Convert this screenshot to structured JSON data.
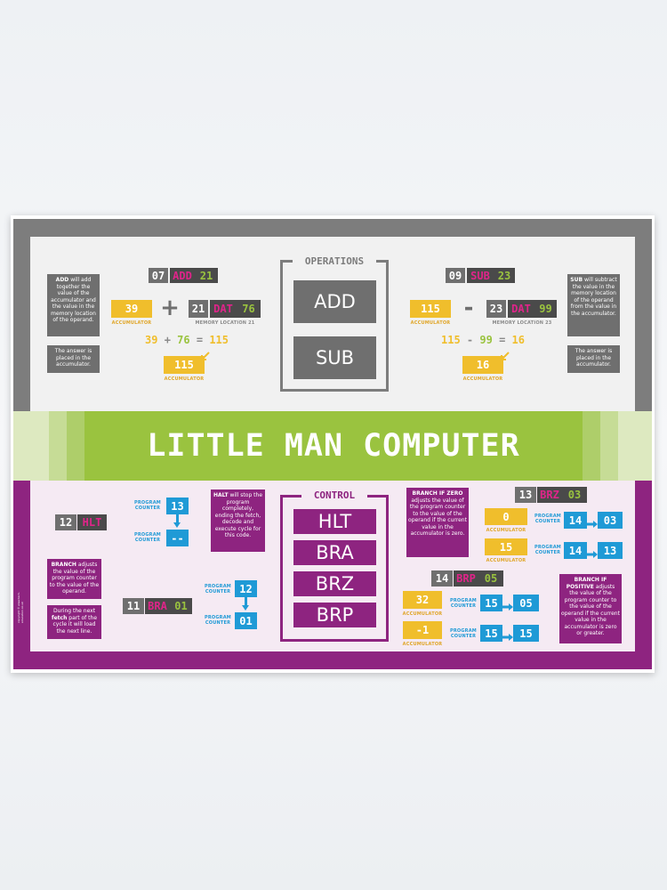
{
  "poster": {
    "title": "LITTLE MAN COMPUTER",
    "footer_note": "copyright © www.tech-education.co.uk"
  },
  "operations": {
    "heading": "OPERATIONS",
    "buttons": [
      "ADD",
      "SUB"
    ]
  },
  "control": {
    "heading": "CONTROL",
    "buttons": [
      "HLT",
      "BRA",
      "BRZ",
      "BRP"
    ]
  },
  "add": {
    "desc_bold": "ADD",
    "desc": "will add together the value of the accumulator and the value in the memory location of the operand.",
    "note": "The answer is placed in the accumulator.",
    "instr_addr": "07",
    "instr_op": "ADD",
    "instr_operand": "21",
    "acc_value": "39",
    "acc_label": "ACCUMULATOR",
    "plus": "+",
    "mem_addr": "21",
    "mem_op": "DAT",
    "mem_value": "76",
    "mem_label": "MEMORY LOCATION 21",
    "eq_a": "39",
    "eq_op": "+",
    "eq_b": "76",
    "eq_eq": "=",
    "eq_r": "115",
    "result_value": "115",
    "result_label": "ACCUMULATOR"
  },
  "sub": {
    "desc_bold": "SUB",
    "desc": "will subtract the value in the memory location of the operand from the value in the accumulator.",
    "note": "The answer is placed in the accumulator.",
    "instr_addr": "09",
    "instr_op": "SUB",
    "instr_operand": "23",
    "acc_value": "115",
    "acc_label": "ACCUMULATOR",
    "minus": "-",
    "mem_addr": "23",
    "mem_op": "DAT",
    "mem_value": "99",
    "mem_label": "MEMORY LOCATION 23",
    "eq_a": "115",
    "eq_op": "-",
    "eq_b": "99",
    "eq_eq": "=",
    "eq_r": "16",
    "result_value": "16",
    "result_label": "ACCUMULATOR"
  },
  "hlt": {
    "instr_addr": "12",
    "instr_op": "HLT",
    "desc_bold": "HALT",
    "desc": "will stop the program completely, ending the fetch, decode and execute cycle for this code.",
    "pc_label": "PROGRAM COUNTER",
    "pc_before": "13",
    "pc_after": "--"
  },
  "bra": {
    "desc_bold": "BRANCH",
    "desc": "adjusts the value of the program counter to the value of the operand.",
    "note_pre": "During the next",
    "note_bold": "fetch",
    "note_post": "part of the cycle it will load the next line.",
    "instr_addr": "11",
    "instr_op": "BRA",
    "instr_operand": "01",
    "pc_label": "PROGRAM COUNTER",
    "pc_before": "12",
    "pc_after": "01"
  },
  "brz": {
    "desc_bold": "BRANCH IF ZERO",
    "desc": "adjusts the value of the program counter to the value of the operand if the current value in the accumulator is zero.",
    "instr_addr": "13",
    "instr_op": "BRZ",
    "instr_operand": "03",
    "rows": [
      {
        "acc": "0",
        "acc_label": "ACCUMULATOR",
        "pc_label": "PROGRAM COUNTER",
        "pc_from": "14",
        "pc_to": "03"
      },
      {
        "acc": "15",
        "acc_label": "ACCUMULATOR",
        "pc_label": "PROGRAM COUNTER",
        "pc_from": "14",
        "pc_to": "13"
      }
    ]
  },
  "brp": {
    "desc_bold": "BRANCH IF POSITIVE",
    "desc": "adjusts the value of the program counter to the value of the operand if the current value in the accumulator is zero or greater.",
    "instr_addr": "14",
    "instr_op": "BRP",
    "instr_operand": "05",
    "rows": [
      {
        "acc": "32",
        "acc_label": "ACCUMULATOR",
        "pc_label": "PROGRAM COUNTER",
        "pc_from": "15",
        "pc_to": "05"
      },
      {
        "acc": "-1",
        "acc_label": "ACCUMULATOR",
        "pc_label": "PROGRAM COUNTER",
        "pc_from": "15",
        "pc_to": "15"
      }
    ]
  }
}
